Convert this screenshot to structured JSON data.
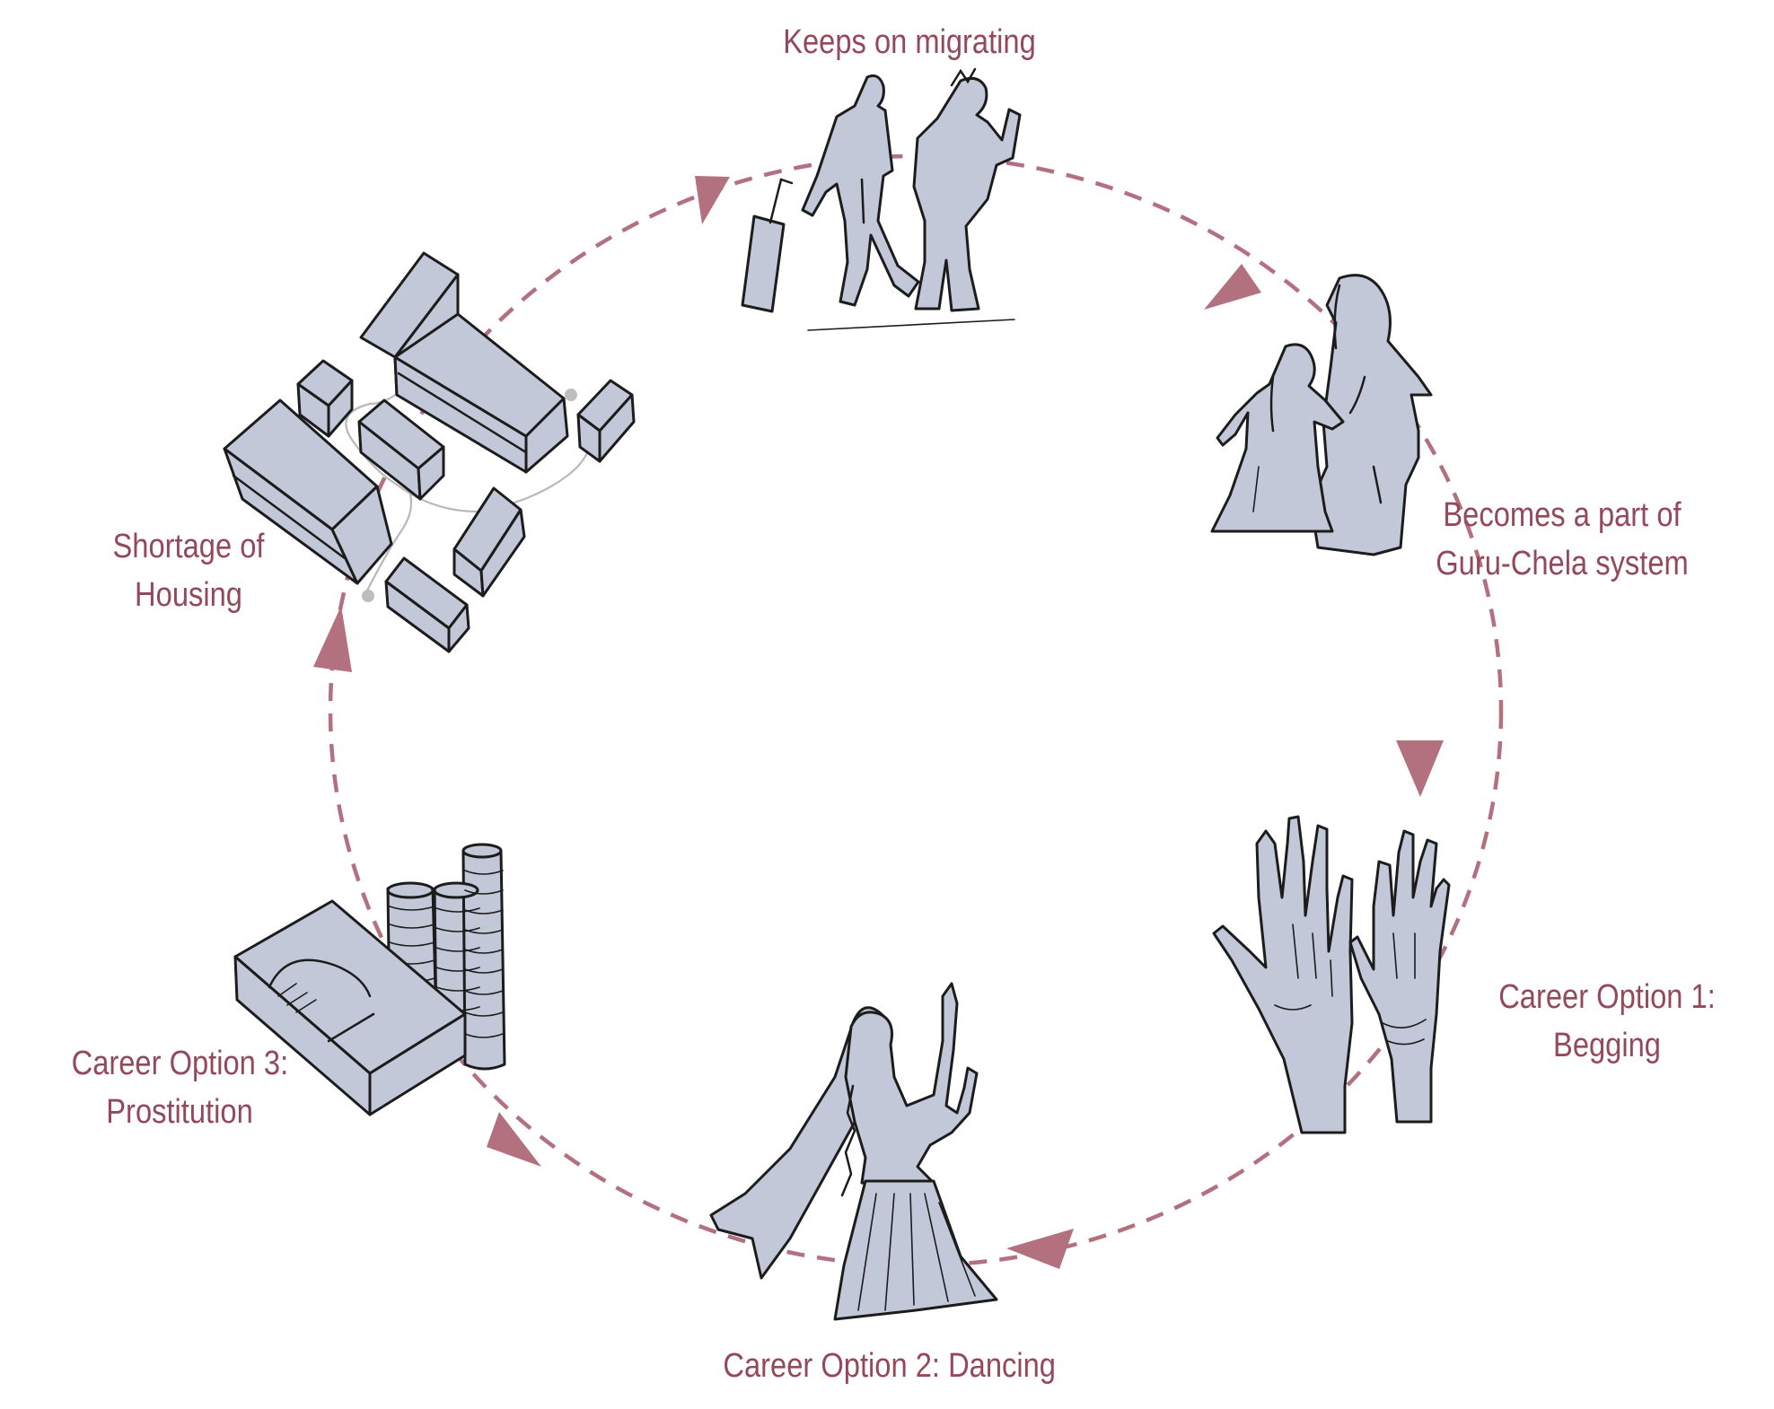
{
  "colors": {
    "accent": "#93495a",
    "cycle_line": "#b3707e",
    "sketch_fill": "#c3c8d9",
    "ink": "#1c1c1c"
  },
  "cycle": {
    "migrating": {
      "lines": [
        "Keeps on migrating"
      ],
      "icon": "travellers-with-suitcase-icon"
    },
    "guru_chela": {
      "lines": [
        "Becomes a part of",
        "Guru-Chela system"
      ],
      "icon": "guru-and-chela-figures-icon"
    },
    "begging": {
      "lines": [
        "Career Option 1:",
        "Begging"
      ],
      "icon": "raised-hands-icon"
    },
    "dancing": {
      "lines": [
        "Career Option 2: Dancing"
      ],
      "icon": "dancer-icon"
    },
    "prostitution": {
      "lines": [
        "Career Option 3:",
        "Prostitution"
      ],
      "icon": "bed-and-money-stacks-icon"
    },
    "housing": {
      "lines": [
        "Shortage of",
        "Housing"
      ],
      "icon": "cramped-buildings-icon"
    }
  }
}
